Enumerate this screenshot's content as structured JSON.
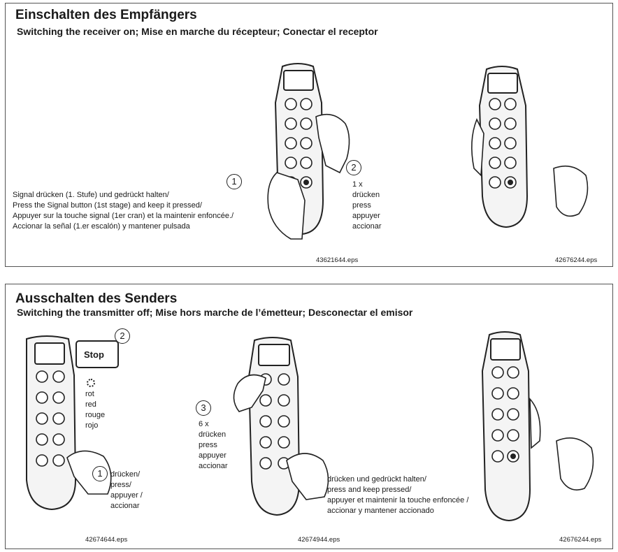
{
  "panel1": {
    "title": "Einschalten des Empfängers",
    "subtitle": "Switching the receiver on; Mise en marche du récepteur; Conectar el receptor",
    "instruction": [
      "Signal drücken (1. Stufe) und gedrückt halten/",
      "Press the Signal button (1st stage) and keep it pressed/",
      "Appuyer sur la touche signal (1er cran) et la maintenir enfoncée./",
      "Accionar la señal (1.er escalón) y mantener pulsada"
    ],
    "step1": "1",
    "step2": "2",
    "step2_text": [
      "1 x",
      "drücken",
      "press",
      "appuyer",
      "accionar"
    ],
    "file_a": "43621644.eps",
    "file_b": "42676244.eps"
  },
  "panel2": {
    "title": "Ausschalten des Senders",
    "subtitle": "Switching the transmitter off; Mise hors marche de l’émetteur; Desconectar el emisor",
    "stop_label": "Stop",
    "step2": "2",
    "led_text": [
      "rot",
      "red",
      "rouge",
      "rojo"
    ],
    "step1": "1",
    "step1_text": [
      "drücken/",
      "press/",
      "appuyer /",
      "accionar"
    ],
    "step3": "3",
    "step3_text": [
      "6 x",
      "drücken",
      "press",
      "appuyer",
      "accionar"
    ],
    "hold_text": [
      "drücken und gedrückt halten/",
      "press and keep pressed/",
      "appuyer et maintenir la touche enfoncée /",
      "accionar y mantener accionado"
    ],
    "file_a": "42674644.eps",
    "file_b": "42674944.eps",
    "file_c": "42676244.eps"
  },
  "icons": [
    "remote-control-icon",
    "hand-icon",
    "led-indicator-icon",
    "stop-display-icon"
  ]
}
